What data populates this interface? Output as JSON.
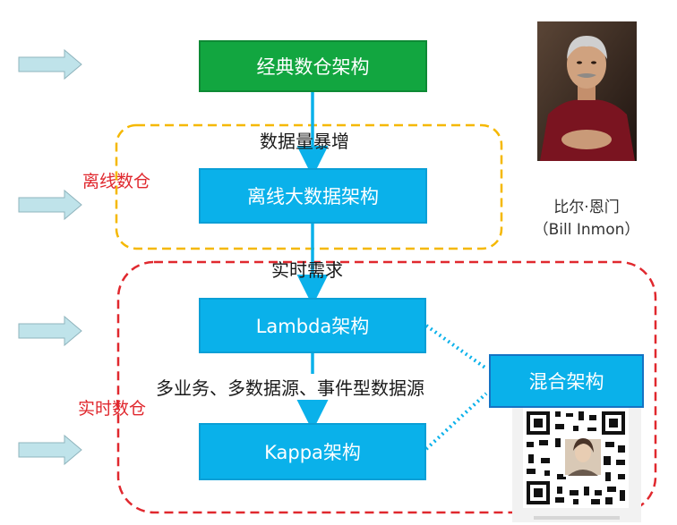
{
  "boxes": {
    "classic": "经典数仓架构",
    "offline": "离线大数据架构",
    "lambda": "Lambda架构",
    "kappa": "Kappa架构",
    "hybrid": "混合架构"
  },
  "edge_labels": {
    "data_surge": "数据量暴增",
    "realtime_demand": "实时需求",
    "multi_source": "多业务、多数据源、事件型数据源"
  },
  "group_labels": {
    "offline_warehouse": "离线数仓",
    "realtime_warehouse": "实时数仓"
  },
  "person": {
    "name_cn": "比尔·恩门",
    "name_en": "（Bill Inmon）"
  },
  "colors": {
    "green_box": "#12a640",
    "blue_box": "#0ab1ea",
    "arrow_blue": "#0ab1ea",
    "dashed_yellow": "#f5b800",
    "dashed_red": "#e0282e",
    "side_arrow": "#bfe3ea"
  },
  "icons": [
    "side-arrow-icon",
    "portrait-photo",
    "qr-code-image"
  ]
}
